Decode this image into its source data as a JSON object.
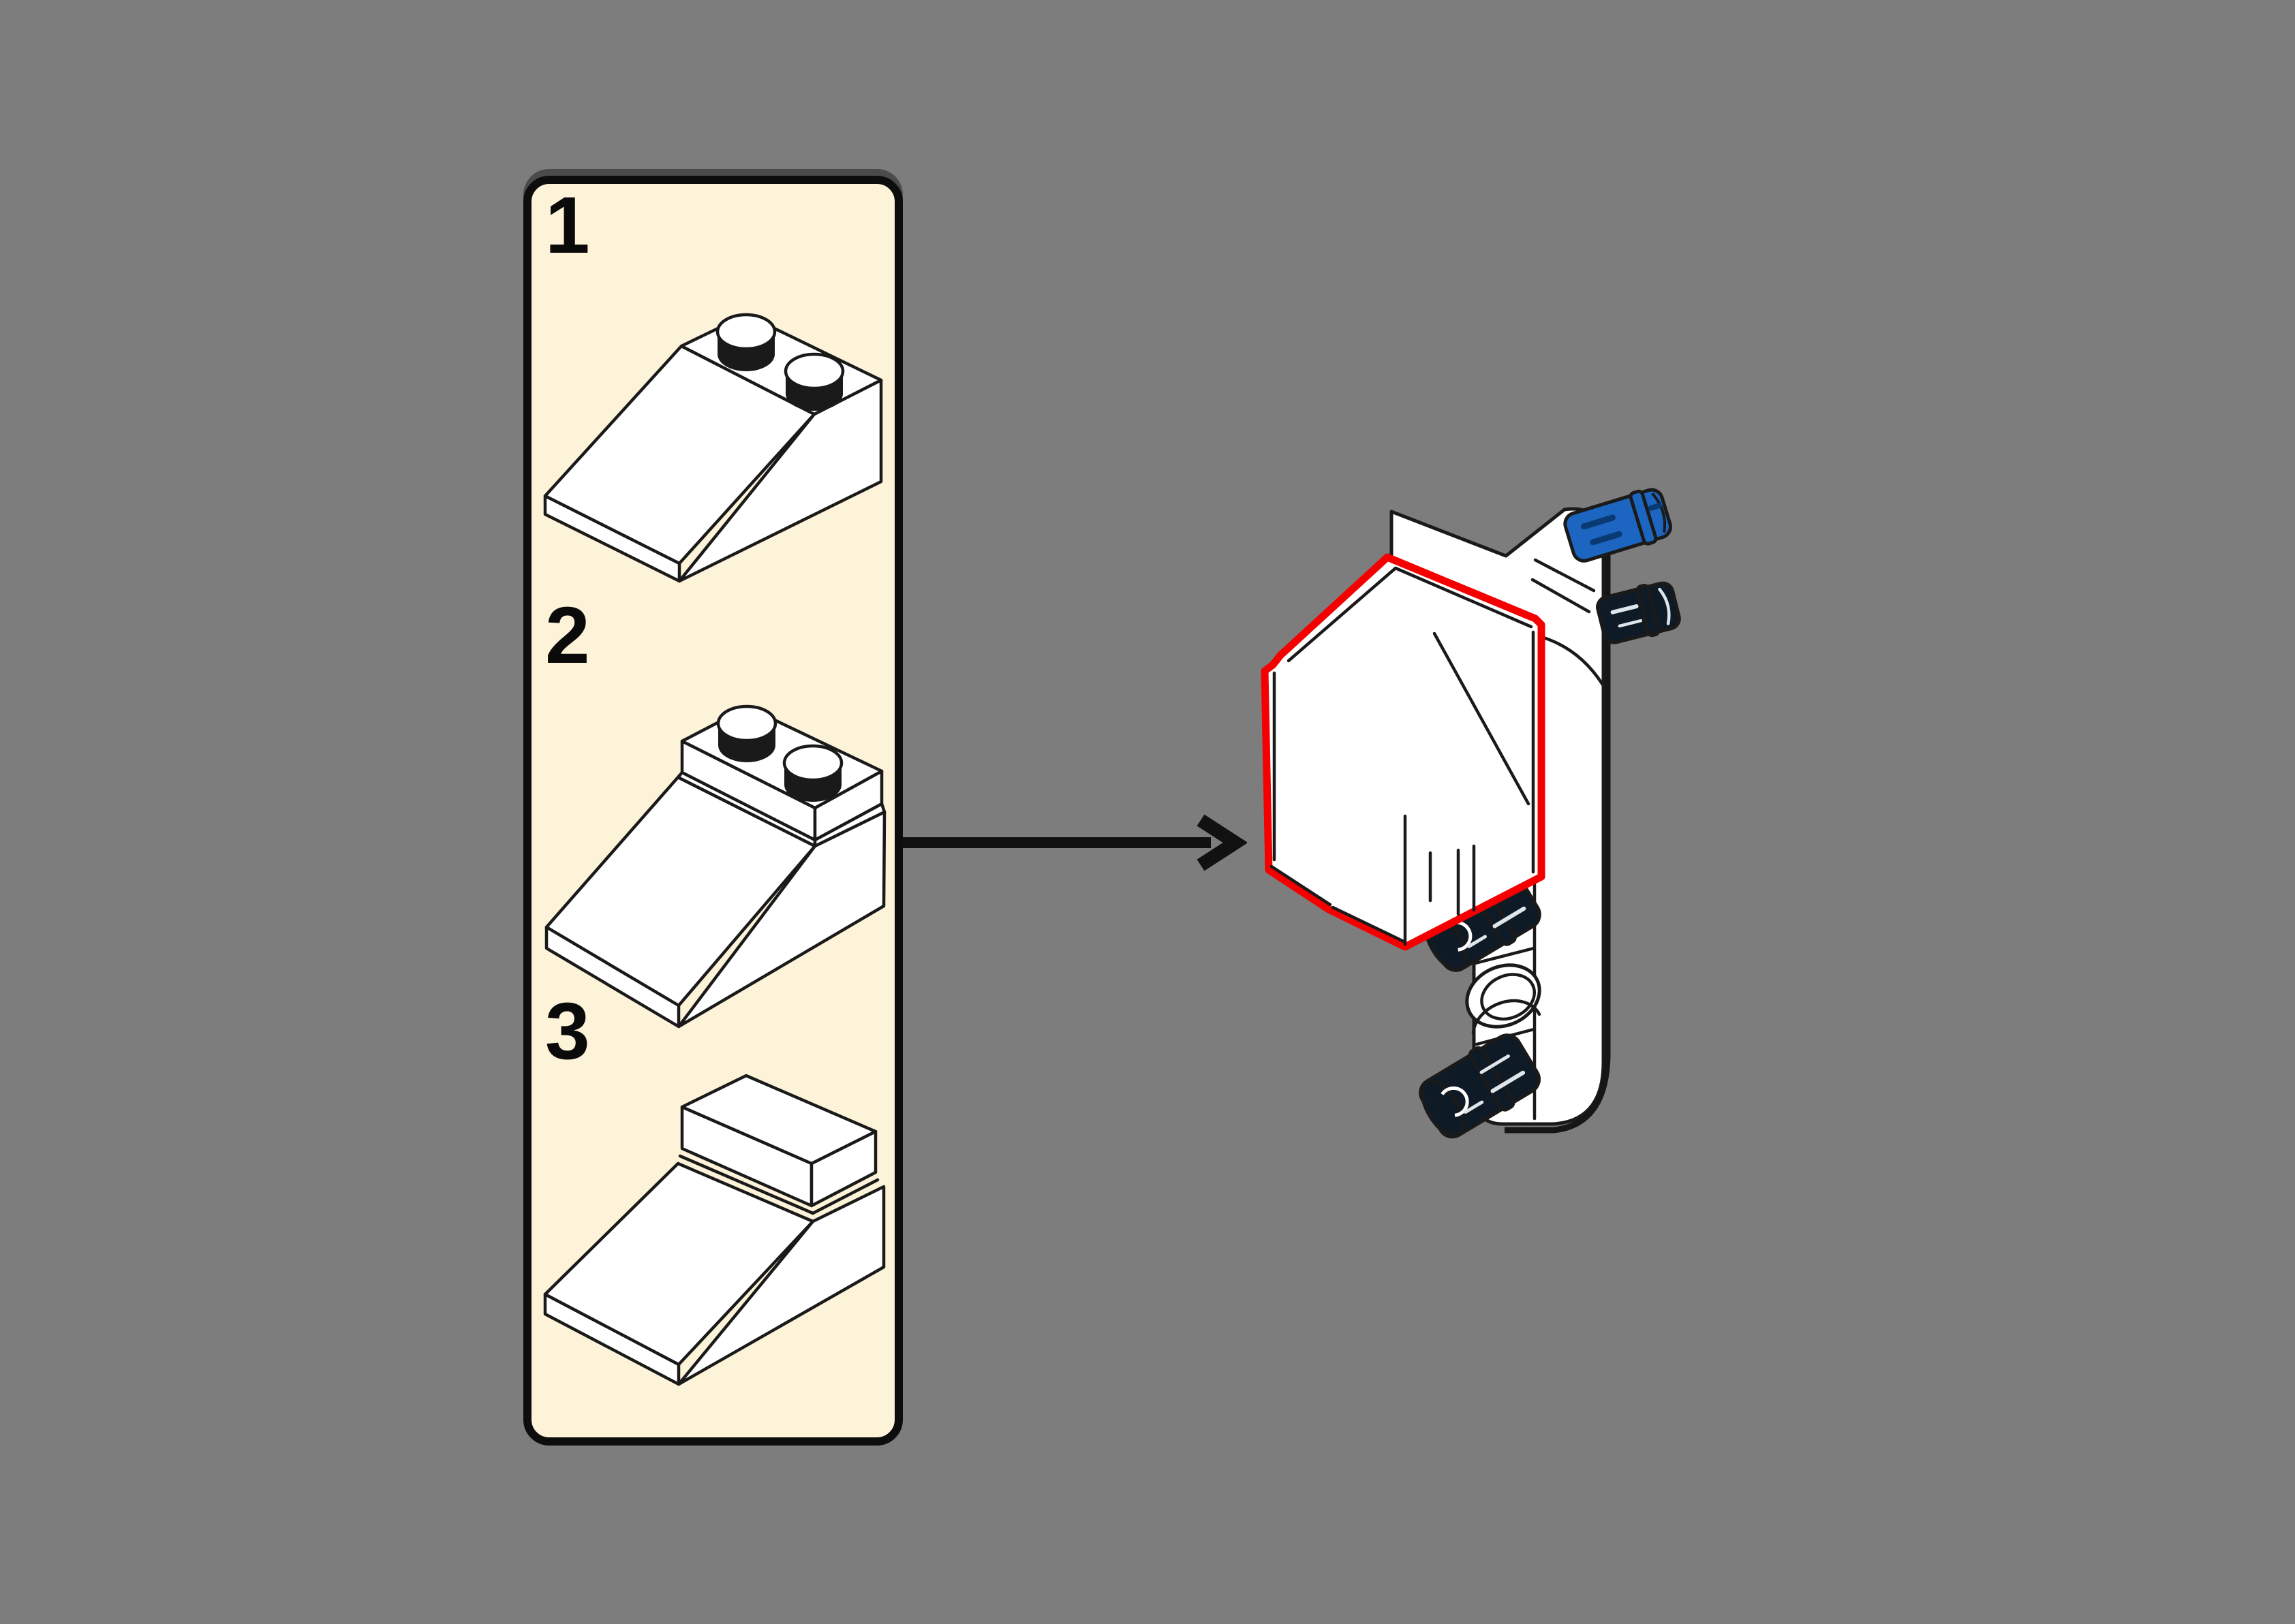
{
  "title": "LEGO building instruction callout",
  "colors": {
    "background": "#7d7d7d",
    "panel-fill": "#fdf3d9",
    "outline": "#1a1a1a",
    "highlight-red": "#f40000",
    "pin-blue": "#1c66c2",
    "pin-dark": "#0e1a26",
    "brick-white": "#ffffff"
  },
  "parts_panel": {
    "steps": [
      {
        "number": "1",
        "part": "white-slope-brick-with-two-studs"
      },
      {
        "number": "2",
        "part": "white-slope-brick-with-raised-stud-plate"
      },
      {
        "number": "3",
        "part": "white-slope-brick-with-flat-tile-top"
      }
    ]
  },
  "arrow": {
    "direction": "right"
  },
  "assembly": {
    "highlighted_part": "white-slope-piece-outlined-in-red",
    "beam": "white-technic-beam-with-pin-hole",
    "pins": [
      "technic-pin-blue",
      "technic-pin-dark-upper",
      "technic-pin-dark-middle",
      "technic-pin-dark-lower"
    ]
  }
}
